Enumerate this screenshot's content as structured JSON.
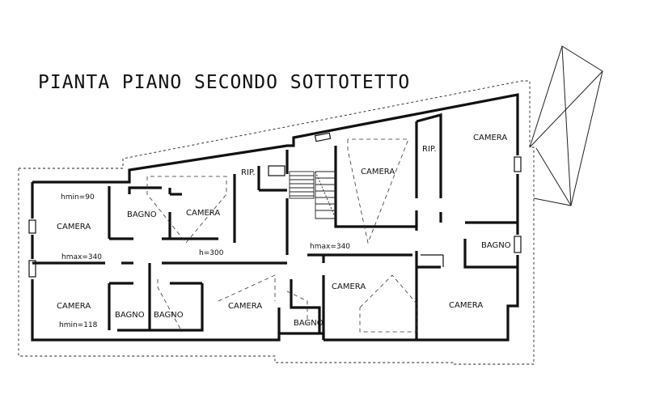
{
  "drawing": {
    "title": "PIANTA PIANO SECONDO SOTTOTETTO"
  },
  "rooms": {
    "camera_1": "CAMERA",
    "bagno_1": "BAGNO",
    "camera_2": "CAMERA",
    "rip_1": "RIP.",
    "camera_3": "CAMERA",
    "rip_2": "RIP.",
    "camera_4": "CAMERA",
    "bagno_2": "BAGNO",
    "camera_5": "CAMERA",
    "bagno_3": "BAGNO",
    "bagno_4": "BAGNO",
    "camera_6": "CAMERA",
    "bagno_5": "BAGNO",
    "camera_7": "CAMERA",
    "camera_8": "CAMERA"
  },
  "heights": {
    "hmin_top": "hmin=90",
    "hmax_left": "hmax=340",
    "h_center": "h=300",
    "hmax_center": "hmax=340",
    "hmin_bottom": "hmin=118"
  }
}
